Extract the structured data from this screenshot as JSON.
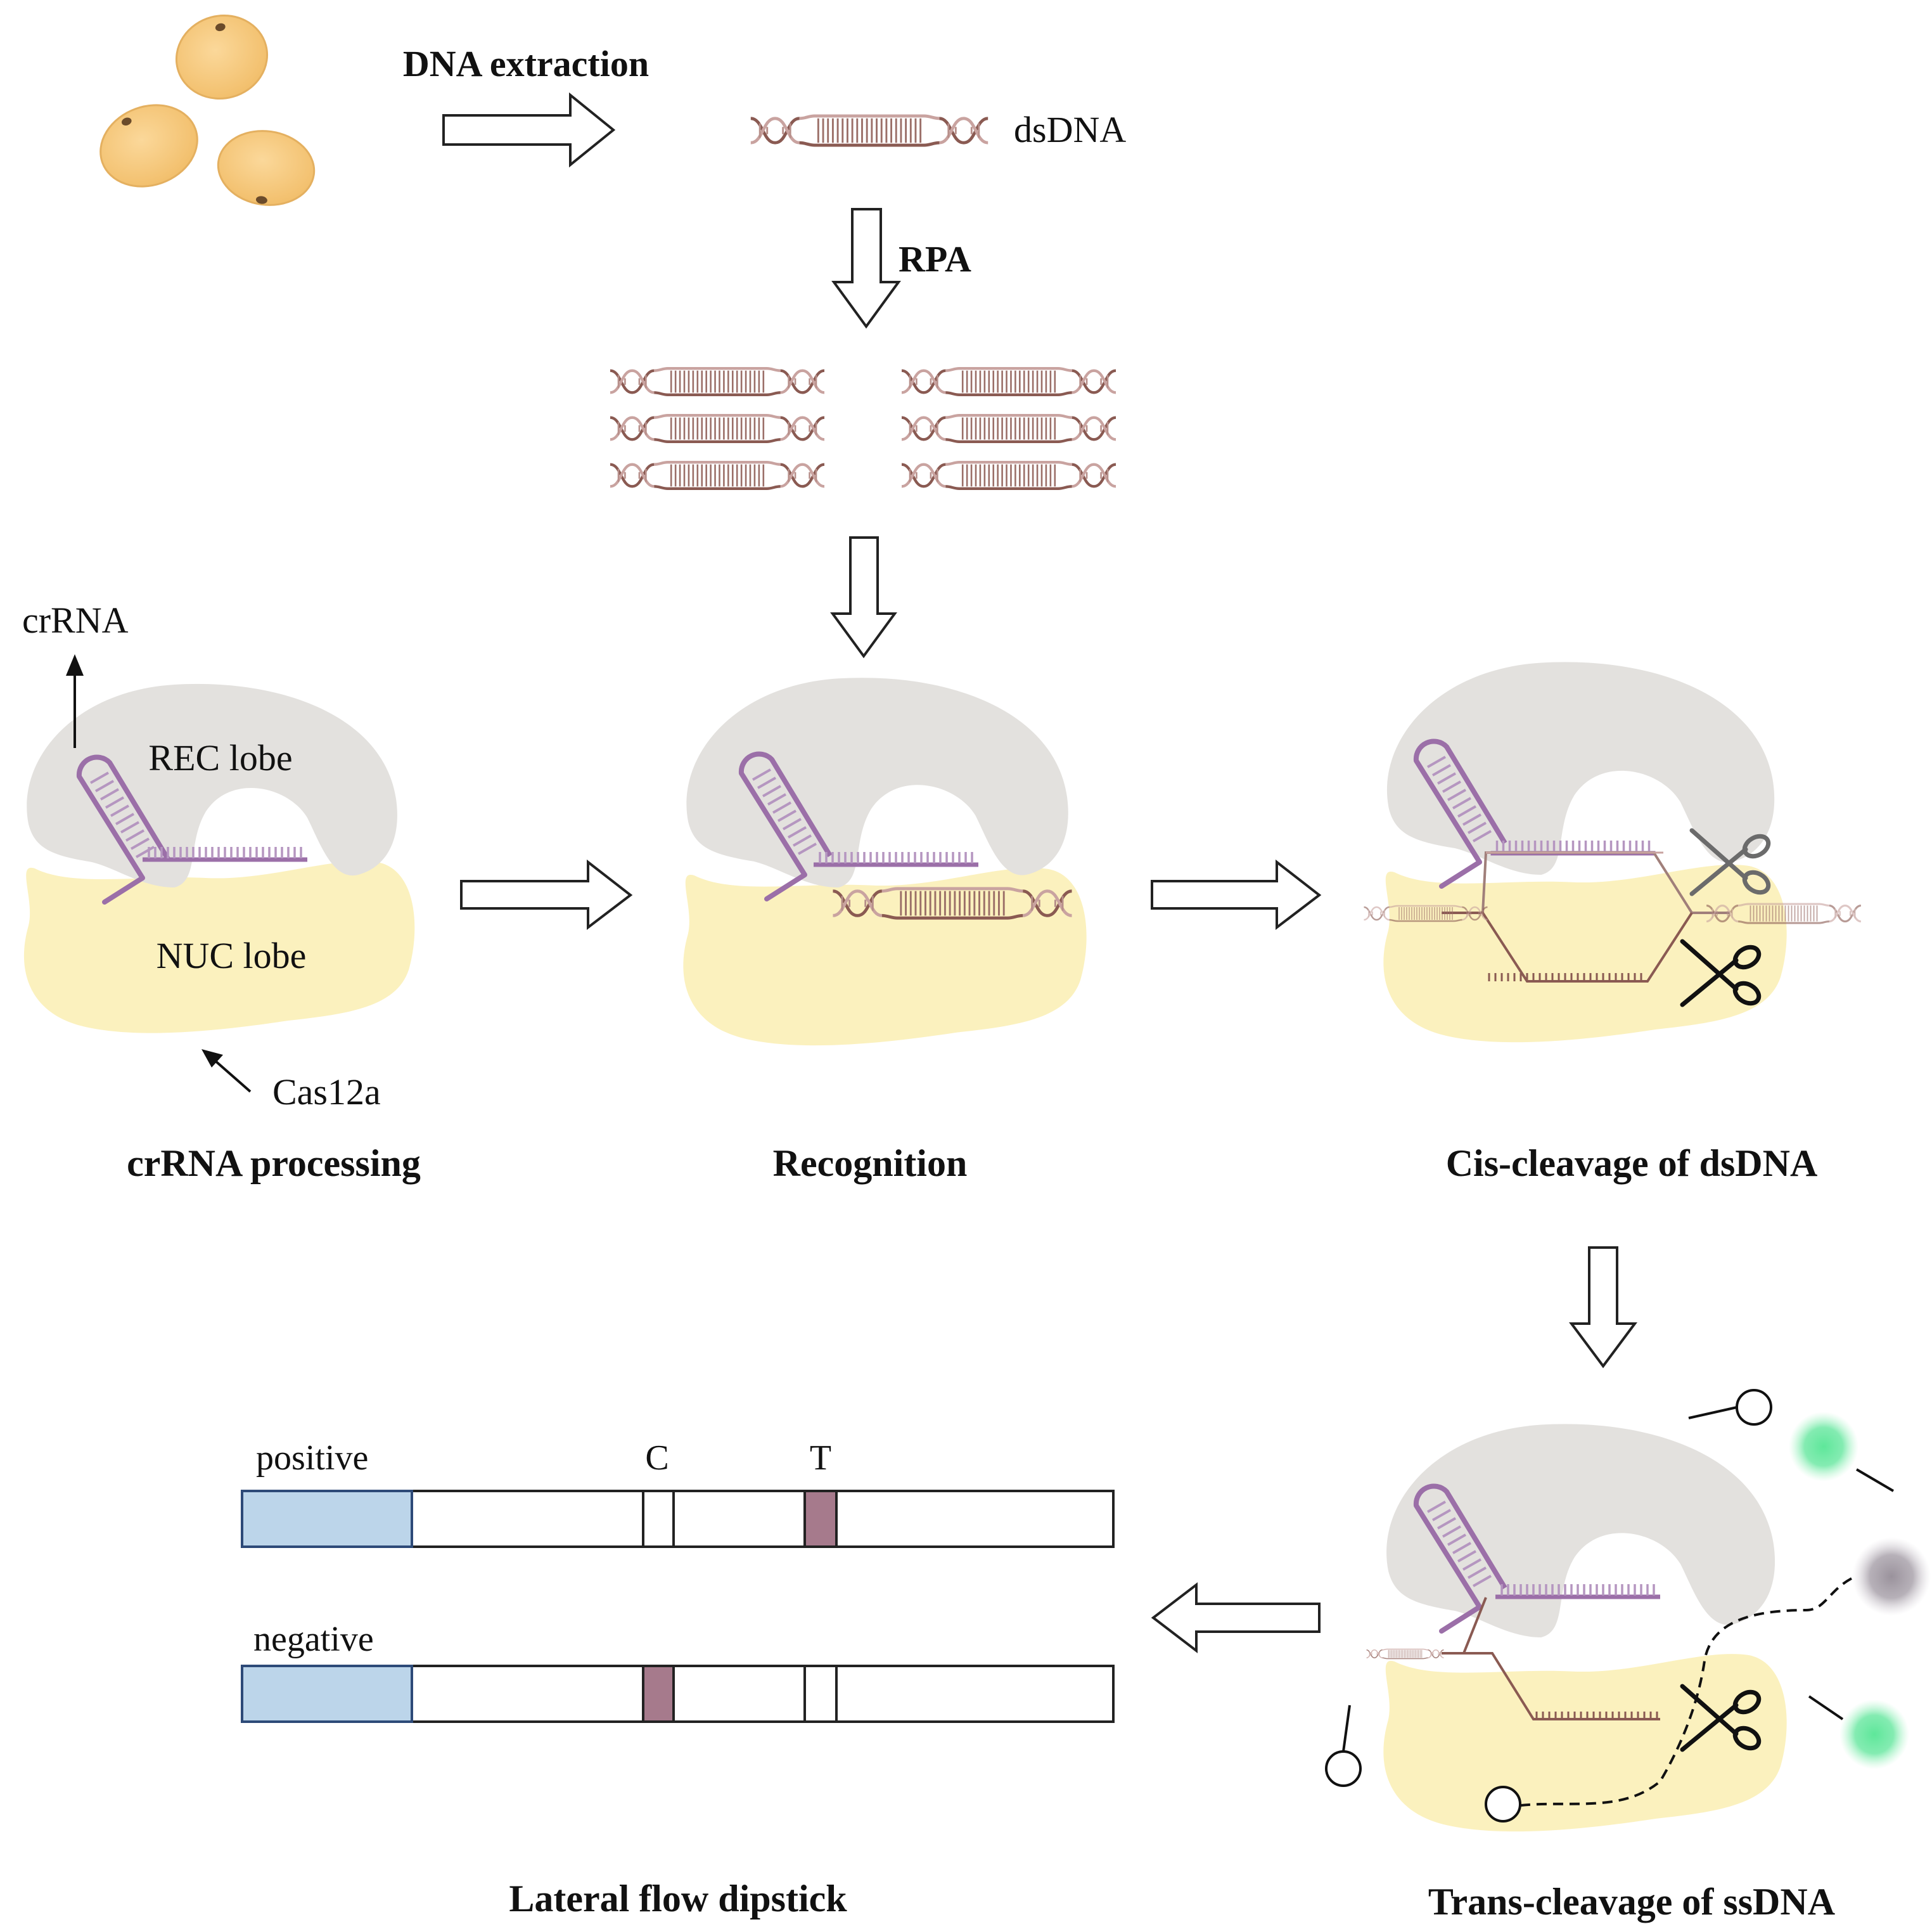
{
  "labels": {
    "dna_extraction": "DNA extraction",
    "dsdna": "dsDNA",
    "rpa": "RPA",
    "crrna": "crRNA",
    "rec_lobe": "REC lobe",
    "nuc_lobe": "NUC lobe",
    "cas12a": "Cas12a"
  },
  "steps": {
    "crrna_processing": "crRNA processing",
    "recognition": "Recognition",
    "cis_cleavage": "Cis-cleavage of dsDNA",
    "trans_cleavage": "Trans-cleavage of ssDNA",
    "lateral_flow": "Lateral flow dipstick"
  },
  "dipstick": {
    "positive_label": "positive",
    "negative_label": "negative",
    "control_line": "C",
    "test_line": "T"
  },
  "colors": {
    "seed": "#f7c97a",
    "rec_lobe": "#e3e1de",
    "nuc_lobe": "#fbf0ba",
    "crrna": "#9b6fa8",
    "dna": "#8a5a52",
    "band": "#a67a8c",
    "sample_pad": "#bcd5ea",
    "fluor_green": "#5ee79a",
    "quencher_gray": "#a9a2ab"
  }
}
